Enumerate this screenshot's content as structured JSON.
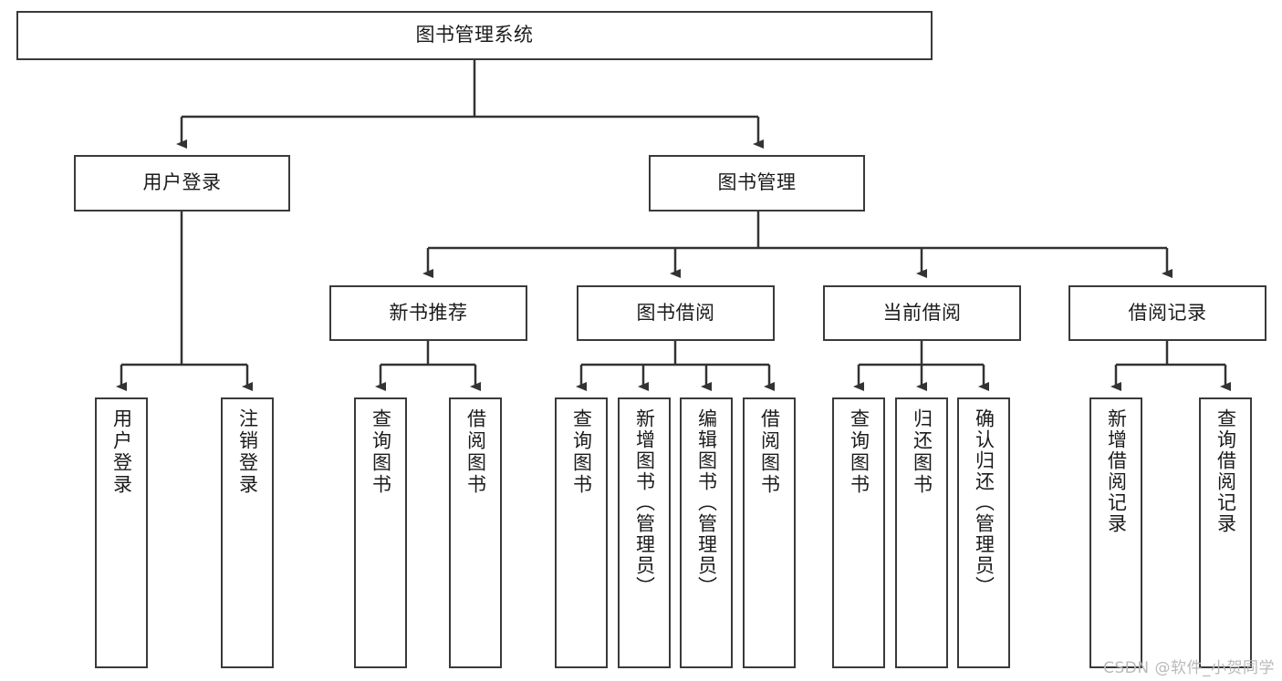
{
  "diagram": {
    "type": "hierarchy-tree",
    "title": "图书管理系统",
    "watermark": "CSDN @软件_小贺同学",
    "colors": {
      "background": "#ffffff",
      "border": "#3a3a3a",
      "line": "#333333",
      "text": "#1b1b1b",
      "watermark": "#b9b9b9"
    },
    "nodes": {
      "root": {
        "label": "图书管理系统"
      },
      "level2": [
        {
          "id": "user-login",
          "label": "用户登录"
        },
        {
          "id": "book-management",
          "label": "图书管理"
        }
      ],
      "level3": [
        {
          "id": "new-book-recommend",
          "label": "新书推荐"
        },
        {
          "id": "book-borrow",
          "label": "图书借阅"
        },
        {
          "id": "current-borrow",
          "label": "当前借阅"
        },
        {
          "id": "borrow-record",
          "label": "借阅记录"
        }
      ],
      "leaves": {
        "user-login": [
          {
            "id": "leaf-user-login",
            "label": "用户登录"
          },
          {
            "id": "leaf-user-logout",
            "label": "注销登录"
          }
        ],
        "new-book-recommend": [
          {
            "id": "leaf-query-book-1",
            "label": "查询图书"
          },
          {
            "id": "leaf-borrow-book-1",
            "label": "借阅图书"
          }
        ],
        "book-borrow": [
          {
            "id": "leaf-query-book-2",
            "label": "查询图书"
          },
          {
            "id": "leaf-add-book",
            "label": "新增图书（管理员）"
          },
          {
            "id": "leaf-edit-book",
            "label": "编辑图书（管理员）"
          },
          {
            "id": "leaf-borrow-book-2",
            "label": "借阅图书"
          }
        ],
        "current-borrow": [
          {
            "id": "leaf-query-book-3",
            "label": "查询图书"
          },
          {
            "id": "leaf-return-book",
            "label": "归还图书"
          },
          {
            "id": "leaf-confirm-return",
            "label": "确认归还（管理员）"
          }
        ],
        "borrow-record": [
          {
            "id": "leaf-add-record",
            "label": "新增借阅记录"
          },
          {
            "id": "leaf-query-record",
            "label": "查询借阅记录"
          }
        ]
      }
    }
  }
}
